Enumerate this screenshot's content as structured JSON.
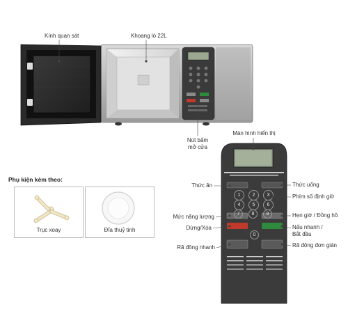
{
  "oven": {
    "window_label": "Kính quan sát",
    "cavity_label": "Khoang lò 22L",
    "door_button_label": "Nút bấm\nmở cửa"
  },
  "accessories": {
    "heading": "Phụ kiện kèm theo:",
    "items": [
      {
        "label": "Trục xoay"
      },
      {
        "label": "Đĩa thuỷ tinh"
      }
    ]
  },
  "panel": {
    "left_labels": [
      "Thức ăn",
      "Mức năng lượng",
      "Dừng/Xóa",
      "Rã đông nhanh"
    ],
    "right_labels": [
      "Thức uống",
      "Phím số định giờ",
      "Hẹn giờ / Đồng hồ",
      "Nấu nhanh /\nBắt đầu",
      "Rã đông đơn giản"
    ],
    "display_label": "Màn hình hiển thị",
    "keys": [
      "1",
      "2",
      "3",
      "4",
      "5",
      "6",
      "7",
      "8",
      "9",
      "0"
    ]
  }
}
